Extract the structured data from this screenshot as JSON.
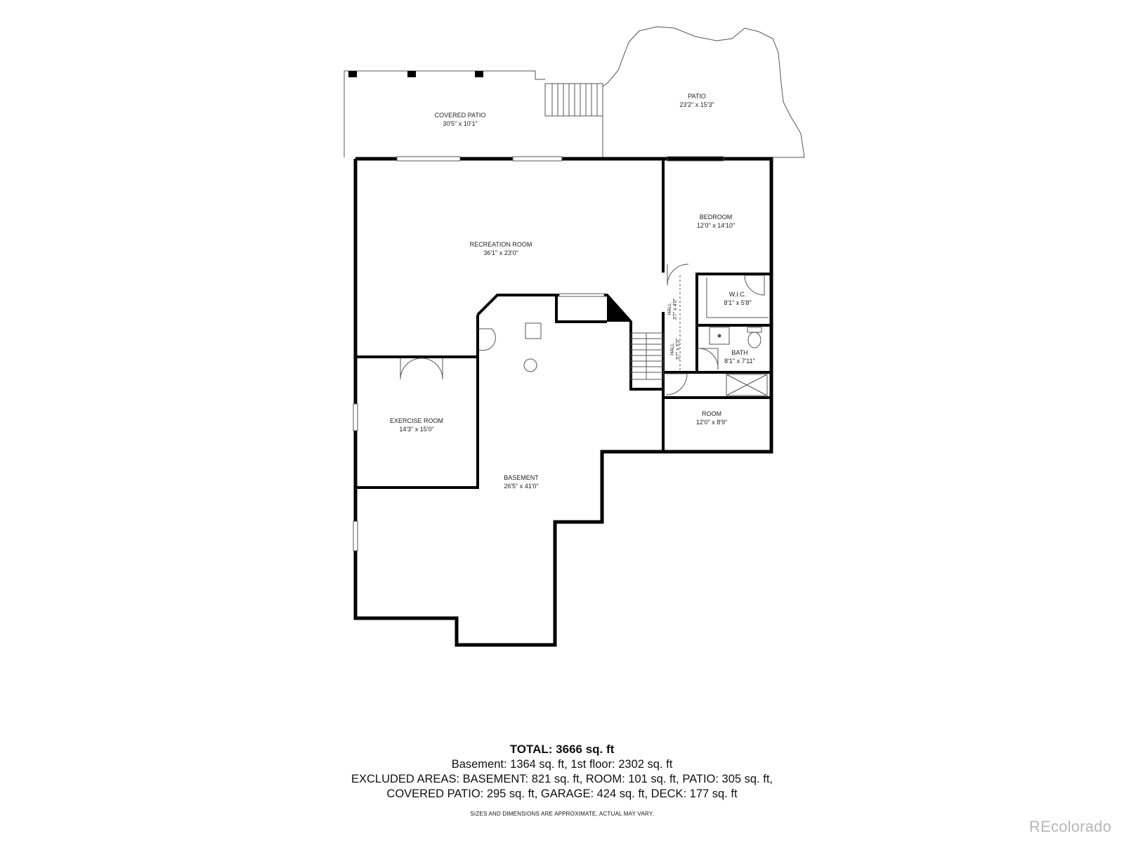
{
  "rooms": {
    "covered_patio": {
      "name": "COVERED PATIO",
      "dim": "30'5\" x 10'1\""
    },
    "patio": {
      "name": "PATIO",
      "dim": "23'2\" x 15'3\""
    },
    "recreation_room": {
      "name": "RECREATION ROOM",
      "dim": "36'1\" x 23'0\""
    },
    "bedroom": {
      "name": "BEDROOM",
      "dim": "12'0\" x 14'10\""
    },
    "wic": {
      "name": "W.I.C.",
      "dim": "8'1\" x 5'8\""
    },
    "bath": {
      "name": "BATH",
      "dim": "8'1\" x 7'11\""
    },
    "hall1": {
      "name": "HALL",
      "dim": "3'7\" x 4'0\""
    },
    "hall2": {
      "name": "HALL",
      "dim": "3'7\" x 5'3\""
    },
    "room": {
      "name": "ROOM",
      "dim": "12'0\" x 8'9\""
    },
    "exercise_room": {
      "name": "EXERCISE ROOM",
      "dim": "14'3\" x 15'0\""
    },
    "basement": {
      "name": "BASEMENT",
      "dim": "26'5\" x 41'0\""
    }
  },
  "summary": {
    "total": "TOTAL: 3666 sq. ft",
    "line1": "Basement: 1364 sq. ft, 1st floor: 2302 sq. ft",
    "line2": "EXCLUDED AREAS: BASEMENT: 821 sq. ft, ROOM: 101 sq. ft, PATIO: 305 sq. ft,",
    "line3": "COVERED PATIO: 295 sq. ft, GARAGE: 424 sq. ft, DECK: 177 sq. ft",
    "disclaimer": "SIZES AND DIMENSIONS ARE APPROXIMATE, ACTUAL MAY VARY."
  },
  "logo": "REcolorado",
  "colors": {
    "wall": "#000000",
    "thin_line": "#555555",
    "logo": "#b7b7b7"
  }
}
